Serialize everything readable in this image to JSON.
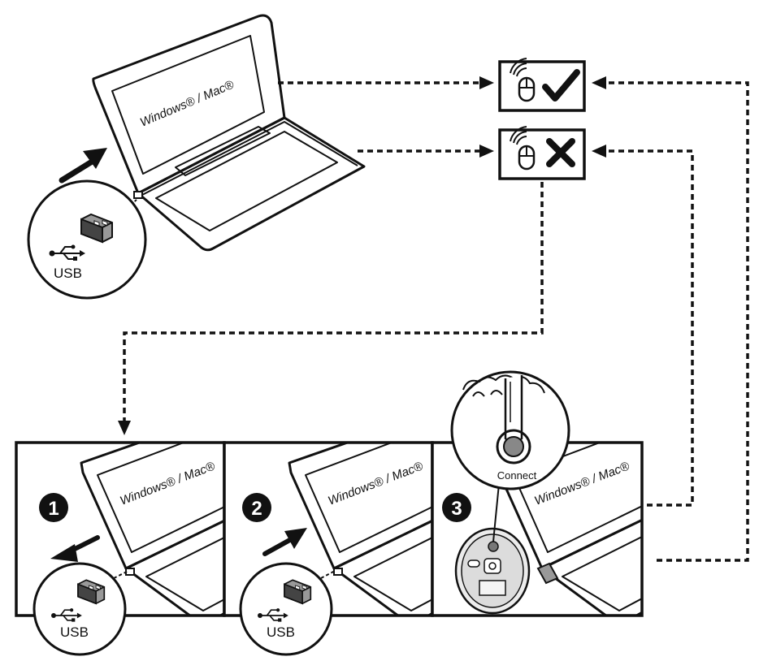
{
  "laptop": {
    "os_label": "Windows® / Mac®"
  },
  "receiver": {
    "usb_label": "USB"
  },
  "mouse": {
    "connect_label": "Connect"
  },
  "steps": [
    {
      "number": "1"
    },
    {
      "number": "2"
    },
    {
      "number": "3"
    }
  ],
  "status": {
    "success_icon": "check-icon",
    "fail_icon": "cross-icon",
    "device_icon": "wireless-mouse-icon"
  }
}
